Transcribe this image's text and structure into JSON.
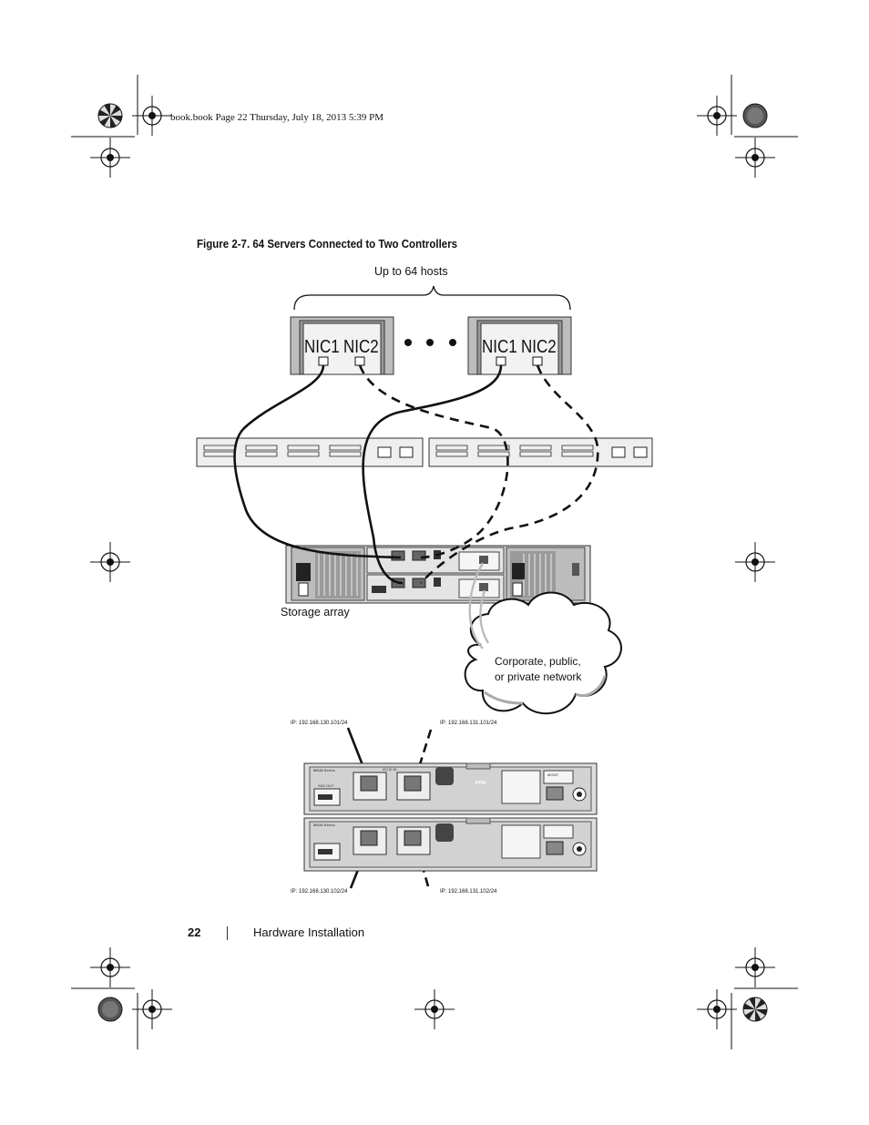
{
  "header": {
    "print_line": "book.book  Page 22  Thursday, July 18, 2013  5:39 PM"
  },
  "figure": {
    "caption": "Figure 2-7.    64 Servers Connected to Two Controllers",
    "hosts_label": "Up to 64 hosts",
    "host1": {
      "nic1": "NIC1",
      "nic2": "NIC2"
    },
    "host2": {
      "nic1": "NIC1",
      "nic2": "NIC2"
    },
    "storage_label": "Storage array",
    "network_label_line1": "Corporate, public,",
    "network_label_line2": "or private network",
    "ip_addresses": {
      "top_left": "IP: 192.168.130.101/24",
      "top_right": "IP: 192.168.131.101/24",
      "bottom_left": "IP: 192.168.130.102/24",
      "bottom_right": "IP: 192.168.131.102/24"
    },
    "controller_labels": {
      "series_top": "MD36 Series",
      "series_bottom": "MD36 Series",
      "sas_out": "SAS OUT",
      "iscsi": "iSCSI IN",
      "mgmt": "MGMT",
      "ppid": "PPID"
    }
  },
  "footer": {
    "page_number": "22",
    "section_title": "Hardware Installation"
  }
}
